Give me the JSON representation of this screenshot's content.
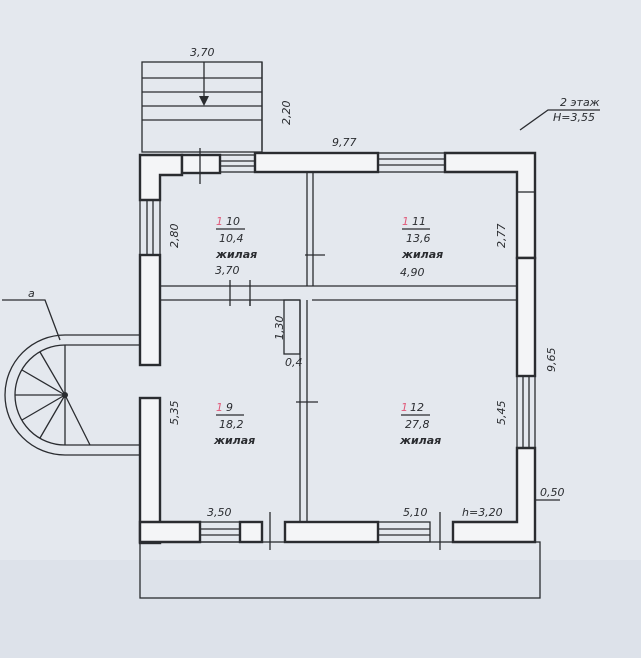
{
  "level_label": "2 этаж",
  "level_height": "H=3,55",
  "ceiling_height": "h=3,20",
  "stair_label": "а",
  "dimensions": {
    "porch_width": "3,70",
    "porch_depth": "2,20",
    "overall_width": "9,77",
    "overall_depth": "9,65",
    "wall_offset": "0,50",
    "room10_width": "3,70",
    "room10_height": "2,80",
    "room11_width": "4,90",
    "room11_height": "2,77",
    "corridor_length": "1,30",
    "corridor_width": "0,4",
    "room9_height": "5,35",
    "room9_width": "3,50",
    "room12_height": "5,45",
    "room12_width": "5,10"
  },
  "rooms": [
    {
      "prefix": "1",
      "number": "10",
      "area": "10,4",
      "type": "жилая"
    },
    {
      "prefix": "1",
      "number": "11",
      "area": "13,6",
      "type": "жилая"
    },
    {
      "prefix": "1",
      "number": "9",
      "area": "18,2",
      "type": "жилая"
    },
    {
      "prefix": "1",
      "number": "12",
      "area": "27,8",
      "type": "жилая"
    }
  ]
}
